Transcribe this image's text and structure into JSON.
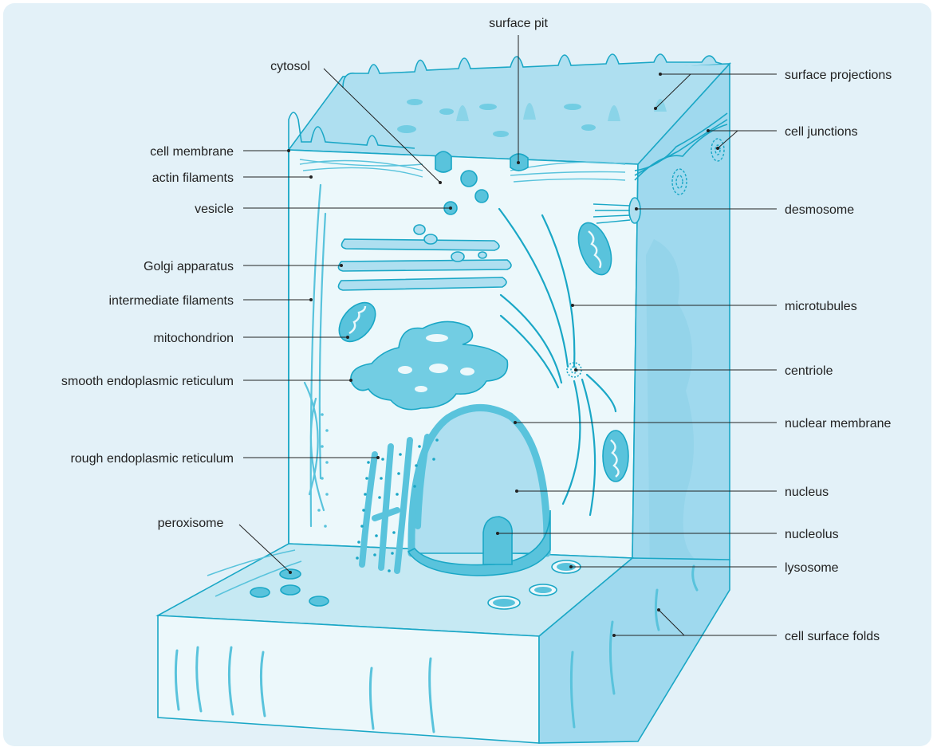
{
  "colors": {
    "background": "#e3f1f8",
    "cell_fill": "#c6e9f3",
    "cell_light": "#ecf8fb",
    "organelle": "#59c3dc",
    "outline": "#1aa7c6"
  },
  "labels": {
    "surface_pit": "surface pit",
    "cytosol": "cytosol",
    "surface_projections": "surface projections",
    "cell_junctions": "cell junctions",
    "cell_membrane": "cell membrane",
    "actin_filaments": "actin filaments",
    "vesicle": "vesicle",
    "desmosome": "desmosome",
    "golgi_apparatus": "Golgi apparatus",
    "intermediate_filaments": "intermediate filaments",
    "microtubules": "microtubules",
    "mitochondrion": "mitochondrion",
    "smooth_er": "smooth endoplasmic reticulum",
    "centriole": "centriole",
    "nuclear_membrane": "nuclear membrane",
    "rough_er": "rough endoplasmic reticulum",
    "nucleus": "nucleus",
    "peroxisome": "peroxisome",
    "nucleolus": "nucleolus",
    "lysosome": "lysosome",
    "cell_surface_folds": "cell surface folds"
  }
}
